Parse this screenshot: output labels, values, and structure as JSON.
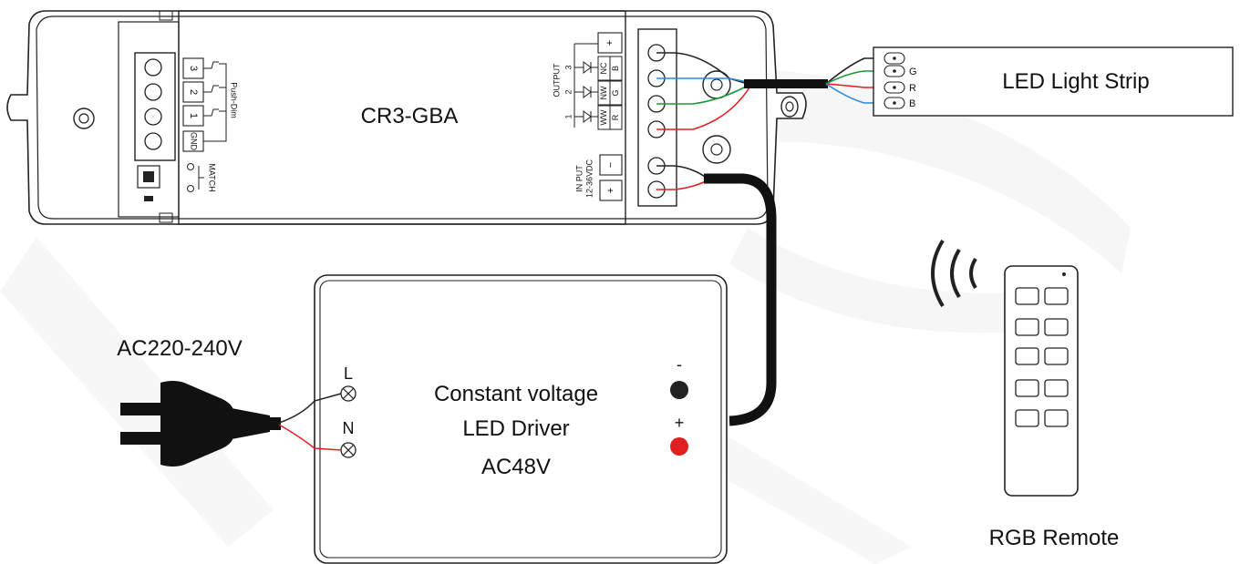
{
  "controller": {
    "model": "CR3-GBA",
    "output_label": "OUTPUT",
    "channel_numbers": [
      "3",
      "2",
      "1"
    ],
    "channel_colors": [
      "NC",
      "B",
      "NW",
      "G",
      "WW",
      "R"
    ],
    "input_label_1": "IN PUT",
    "input_label_2": "12-36VDC",
    "input_minus": "−",
    "input_plus": "+",
    "output_plus": "+",
    "push_dim_label": "Push-Dim",
    "button_numbers": [
      "3",
      "2",
      "1"
    ],
    "gnd_label": "GND",
    "match_label": "MATCH"
  },
  "led_strip": {
    "label": "LED Light Strip",
    "pins": [
      "G",
      "R",
      "B"
    ]
  },
  "driver": {
    "line1": "Constant voltage",
    "line2": "LED  Driver",
    "line3": "AC48V",
    "terminal_l": "L",
    "terminal_n": "N",
    "terminal_minus": "-",
    "terminal_plus": "+"
  },
  "mains": {
    "label": "AC220-240V"
  },
  "remote": {
    "label": "RGB Remote"
  },
  "colors": {
    "wire_red": "#e02020",
    "wire_green": "#1a9a3a",
    "wire_blue": "#2a8ad8",
    "wire_black": "#111111",
    "watermark": "#f4f4f4"
  }
}
